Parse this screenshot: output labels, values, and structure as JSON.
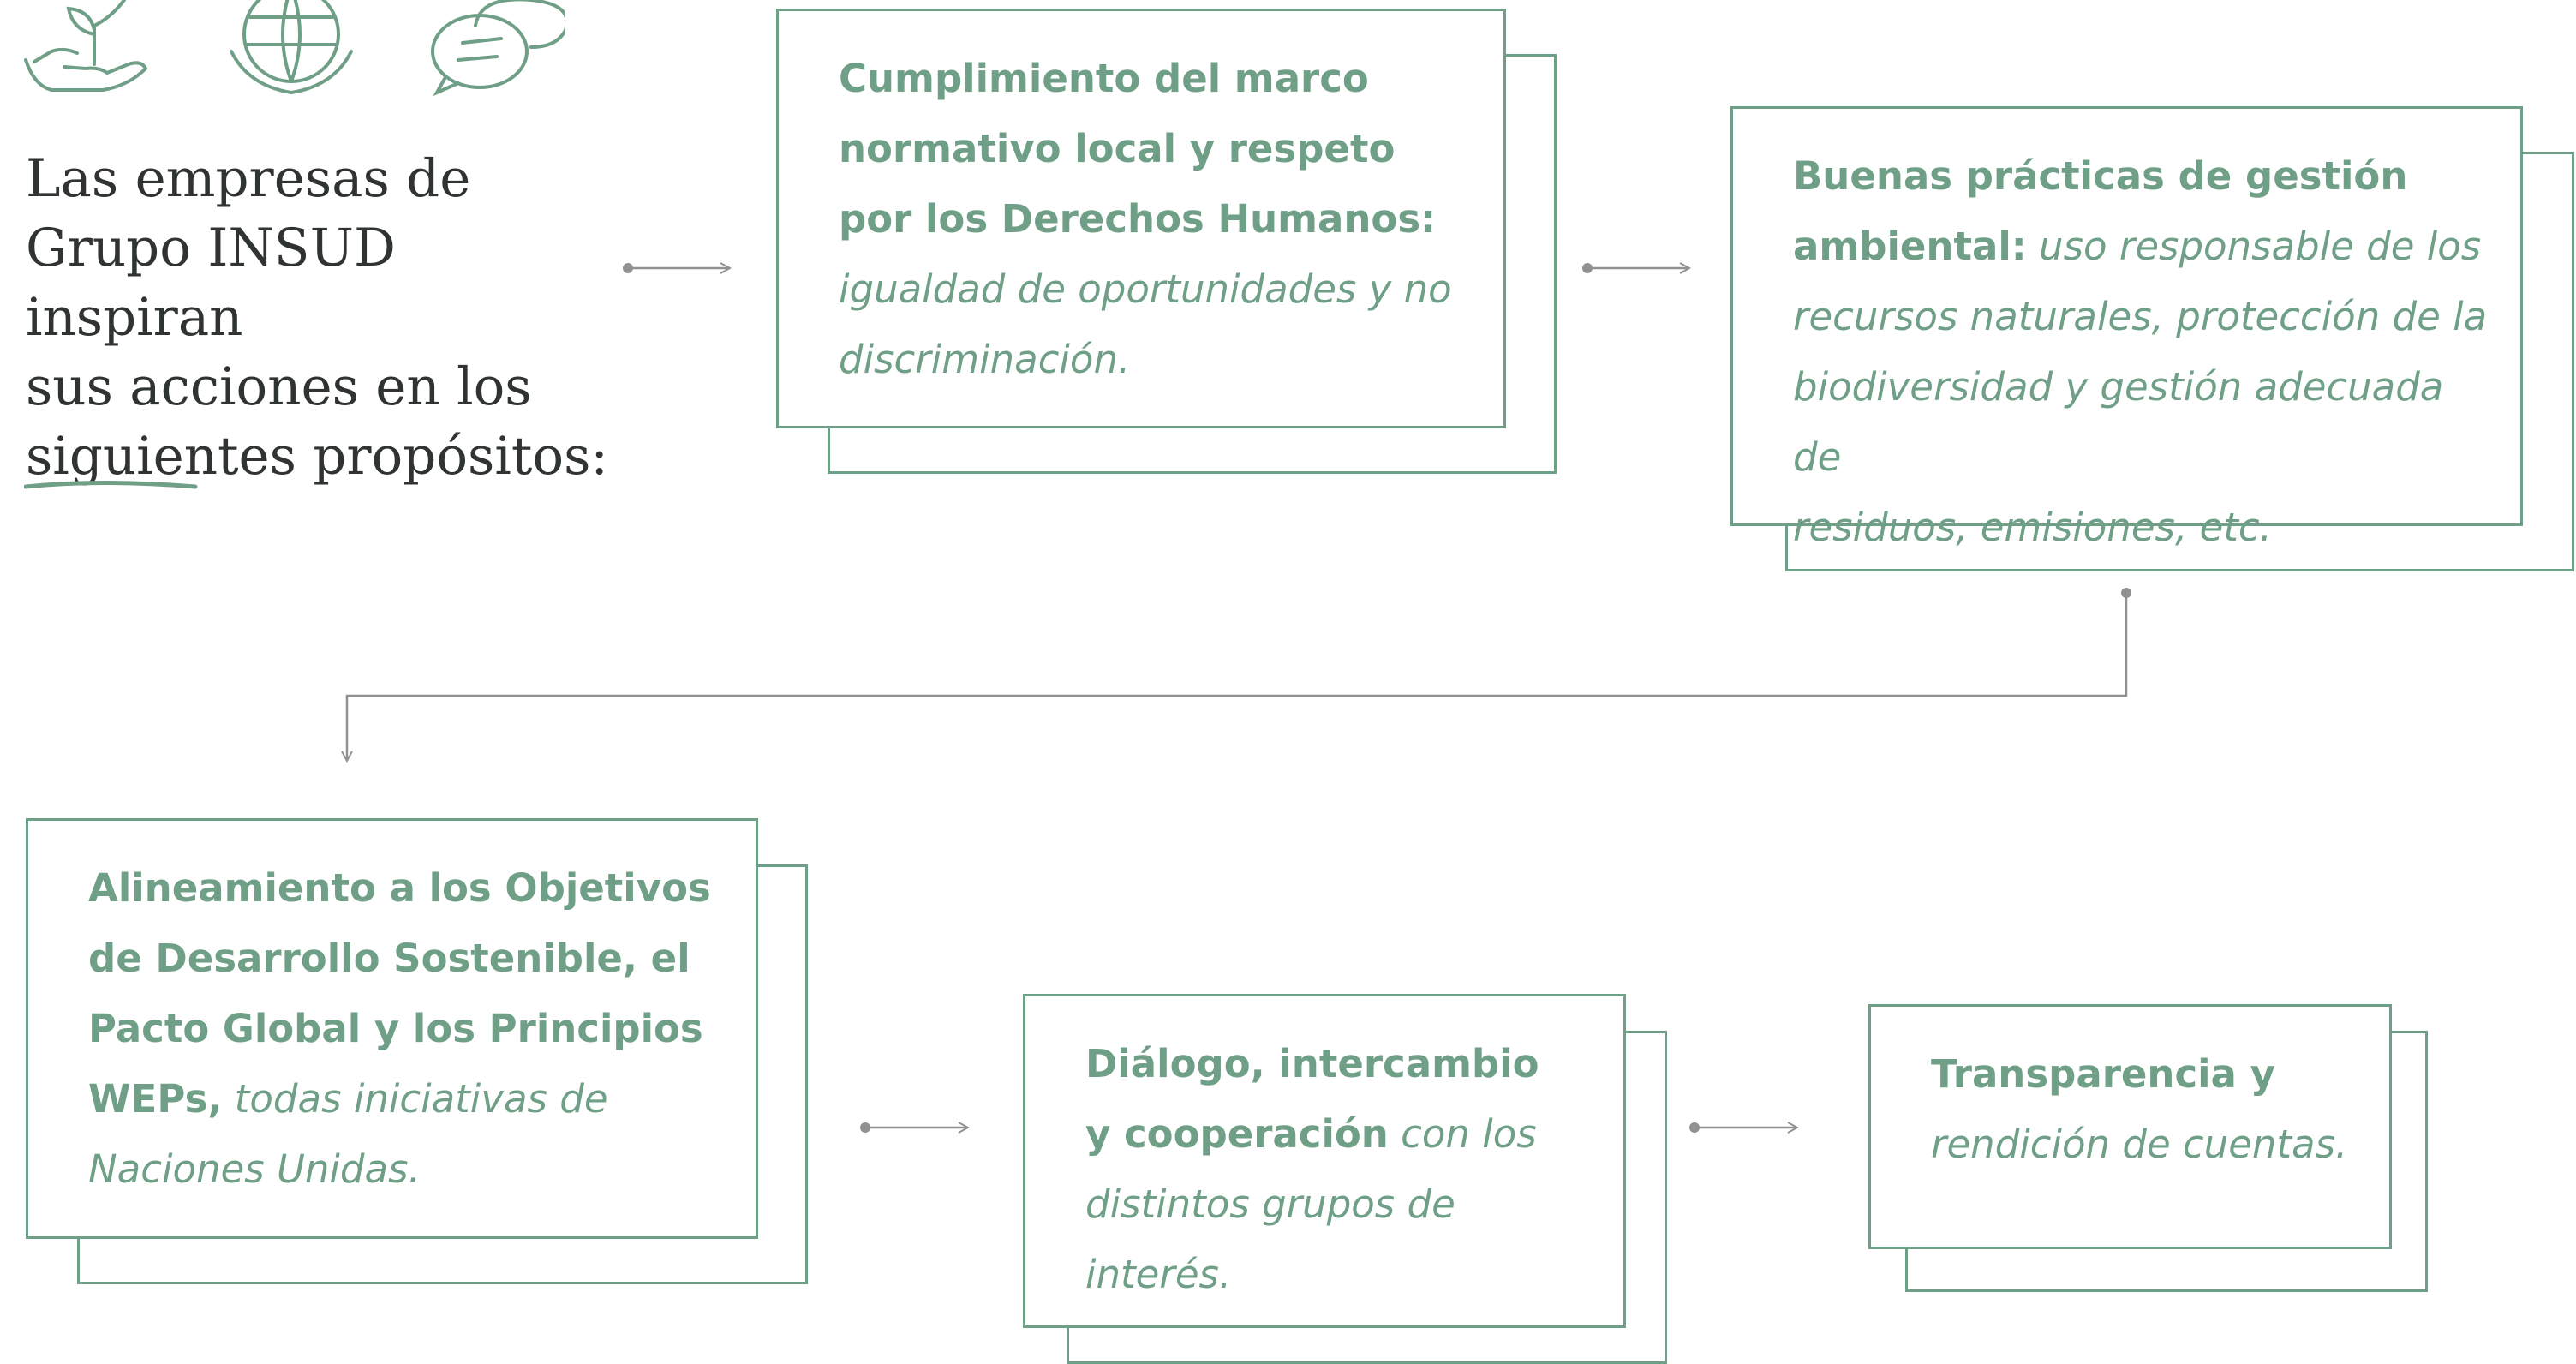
{
  "intro": {
    "text": "Las empresas de\nGrupo INSUD inspiran\nsus acciones en los\nsiguientes propósitos:"
  },
  "icons": [
    "hand-plant-icon",
    "globe-hands-icon",
    "speech-bubbles-icon"
  ],
  "colors": {
    "accent": "#6f9f87",
    "connector": "#8f928f",
    "text": "#2f3332"
  },
  "purposes": [
    {
      "bold": "Cumplimiento del marco\nnormativo local y respeto\npor los Derechos Humanos:",
      "italic": "\nigualdad de oportunidades y no\ndiscriminación."
    },
    {
      "bold": "Buenas prácticas de gestión\nambiental:",
      "italic": " uso responsable de los\nrecursos naturales, protección de la\nbiodiversidad y gestión adecuada de\nresiduos, emisiones, etc."
    },
    {
      "bold": "Alineamiento a los Objetivos\nde Desarrollo Sostenible, el\nPacto Global y los Principios\nWEPs,",
      "italic": " todas iniciativas de\nNaciones Unidas."
    },
    {
      "bold": "Diálogo, intercambio\ny cooperación",
      "italic": " con los\ndistintos grupos de interés."
    },
    {
      "bold": "Transparencia y",
      "italic": "\nrendición de cuentas."
    }
  ]
}
